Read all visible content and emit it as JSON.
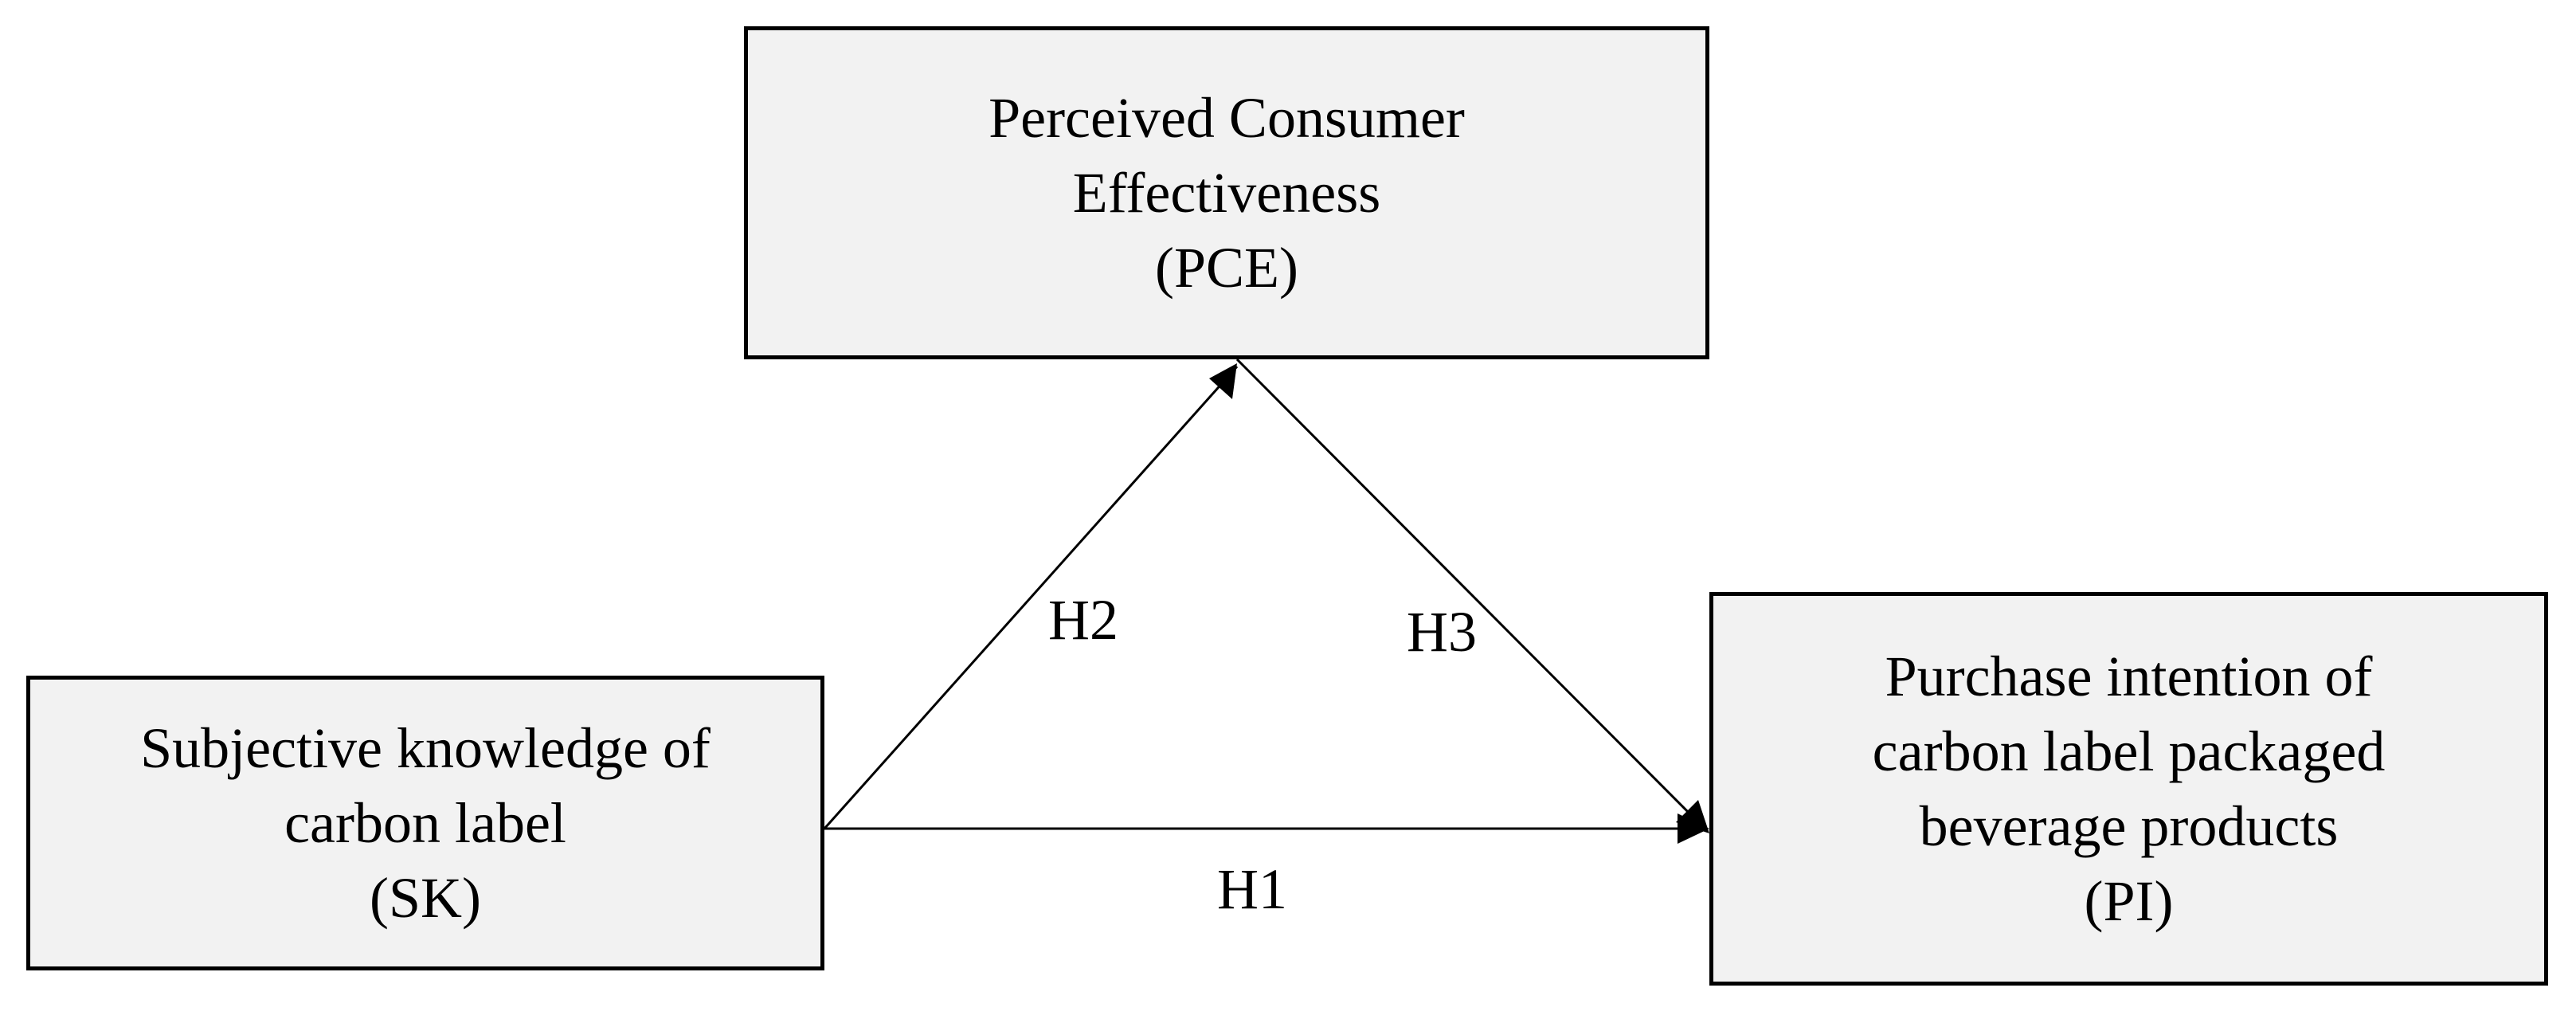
{
  "nodes": {
    "pce": {
      "lines": [
        "Perceived Consumer",
        "Effectiveness",
        "(PCE)"
      ]
    },
    "sk": {
      "lines": [
        "Subjective knowledge of",
        "carbon label",
        "(SK)"
      ]
    },
    "pi": {
      "lines": [
        "Purchase intention of",
        "carbon label packaged",
        "beverage products",
        "(PI)"
      ]
    }
  },
  "edges": {
    "h1": {
      "label": "H1",
      "from": "sk",
      "to": "pi"
    },
    "h2": {
      "label": "H2",
      "from": "sk",
      "to": "pce"
    },
    "h3": {
      "label": "H3",
      "from": "pce",
      "to": "pi"
    }
  },
  "colors": {
    "box_fill": "#f2f2f2",
    "stroke": "#000000",
    "background": "#ffffff"
  }
}
